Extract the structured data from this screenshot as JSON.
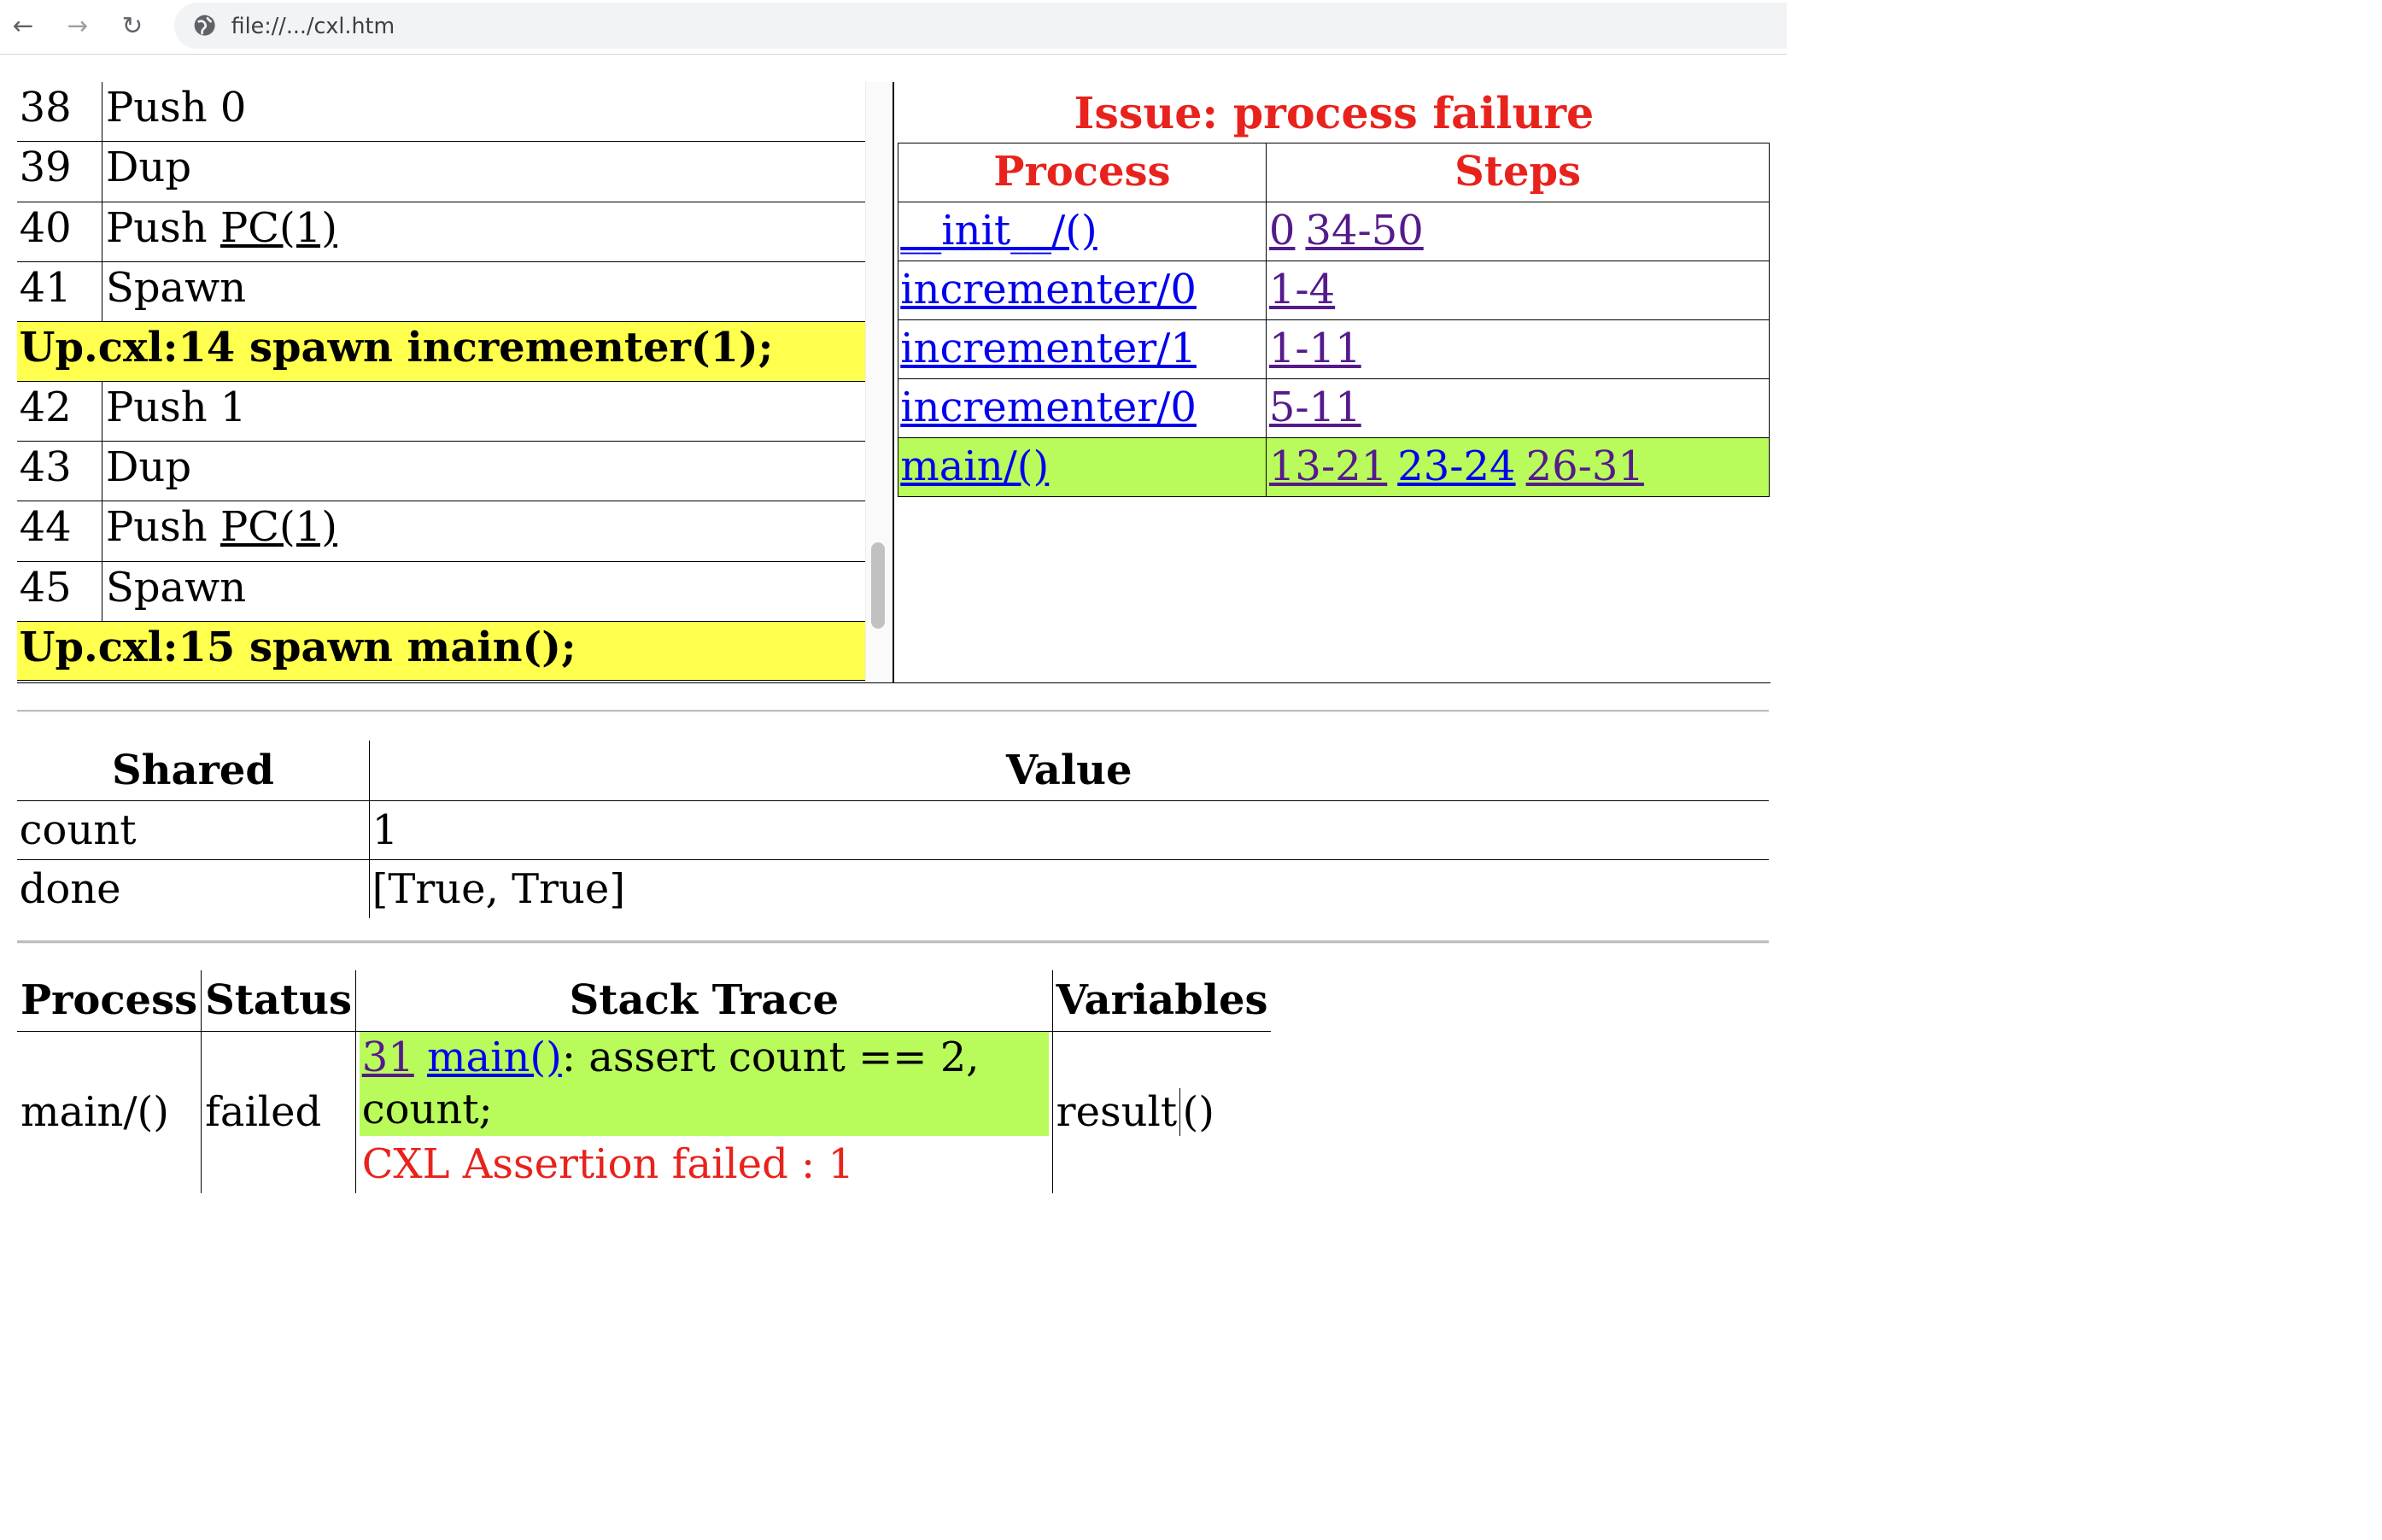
{
  "browser": {
    "nav_back": "←",
    "nav_forward": "→",
    "nav_reload": "↻",
    "url": "file://.../cxl.htm"
  },
  "code": {
    "row38": {
      "line": "38",
      "text": "Push 0"
    },
    "row39": {
      "line": "39",
      "text": "Dup"
    },
    "row40": {
      "line": "40",
      "prefix": "Push ",
      "link": "PC",
      "arg": "(1)"
    },
    "row41": {
      "line": "41",
      "text": "Spawn"
    },
    "src14": "Up.cxl:14 spawn incrementer(1);",
    "row42": {
      "line": "42",
      "text": "Push 1"
    },
    "row43": {
      "line": "43",
      "text": "Dup"
    },
    "row44": {
      "line": "44",
      "prefix": "Push ",
      "link": "PC",
      "arg": "(1)"
    },
    "row45": {
      "line": "45",
      "text": "Spawn"
    },
    "src15": "Up.cxl:15 spawn main();"
  },
  "issue": {
    "title": "Issue: process failure",
    "headers": {
      "process": "Process",
      "steps": "Steps"
    },
    "rows": [
      {
        "process": "__init__/()",
        "steps": [
          "0",
          "34-50"
        ]
      },
      {
        "process": "incrementer/0",
        "steps": [
          "1-4"
        ]
      },
      {
        "process": "incrementer/1",
        "steps": [
          "1-11"
        ]
      },
      {
        "process": "incrementer/0",
        "steps": [
          "5-11"
        ]
      },
      {
        "process": "main/()",
        "steps": [
          "13-21",
          "23-24",
          "26-31"
        ]
      }
    ],
    "highlight_color": "#b8fb5b"
  },
  "shared": {
    "headers": {
      "name": "Shared",
      "value": "Value"
    },
    "rows": [
      {
        "name": "count",
        "value": "1"
      },
      {
        "name": "done",
        "value": "[True, True]"
      }
    ]
  },
  "processes": {
    "headers": {
      "process": "Process",
      "status": "Status",
      "stack": "Stack Trace",
      "vars": "Variables"
    },
    "row": {
      "process": "main/()",
      "status": "failed",
      "pc": "31",
      "method": "main()",
      "stmt": ": assert count == 2, count;",
      "error": "CXL Assertion failed : 1",
      "var_name": "result",
      "var_value": "()"
    }
  },
  "colors": {
    "issue_red": "#e8221c",
    "source_yellow": "#ffff4d",
    "current_green": "#b8fb5b",
    "link": "#0000ee",
    "visited": "#551a8b"
  }
}
